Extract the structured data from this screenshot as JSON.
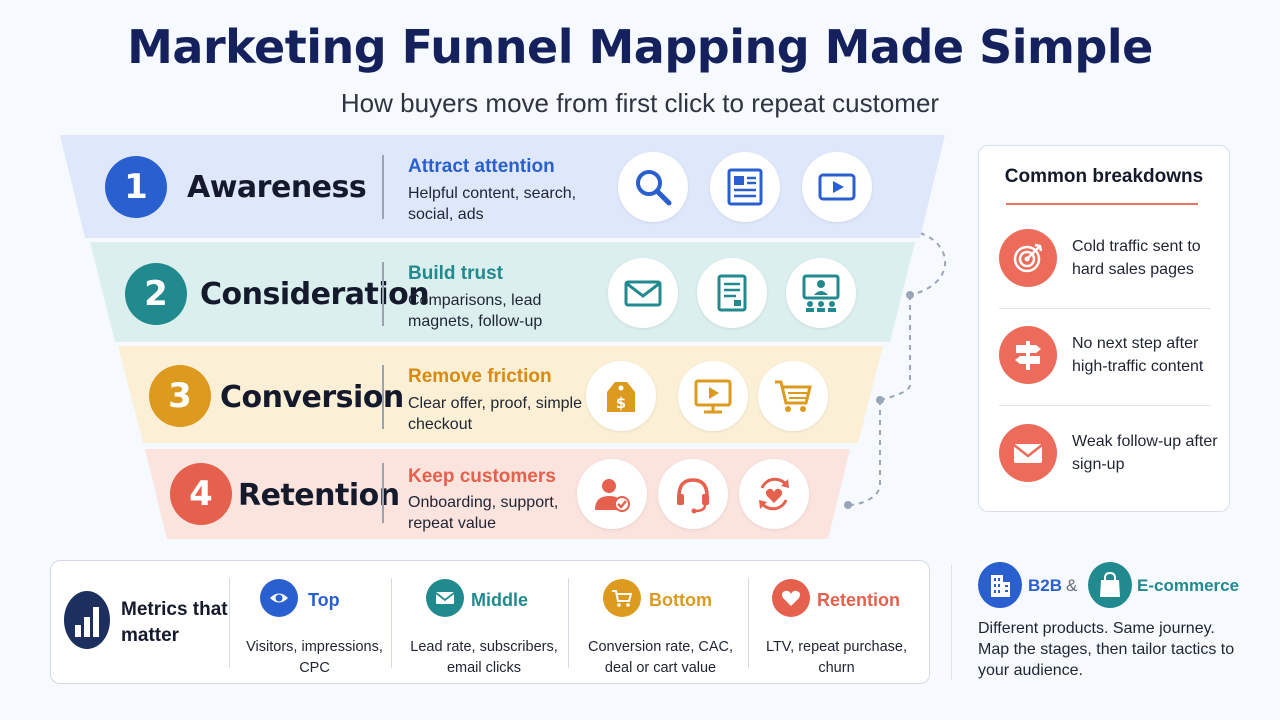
{
  "header": {
    "title": "Marketing Funnel Mapping Made Simple",
    "subtitle": "How buyers move from first click to repeat customer"
  },
  "funnel": [
    {
      "number": "1",
      "name": "Awareness",
      "goal": "Attract attention",
      "description": "Helpful content, search, social, ads",
      "color": "#2a5fcf",
      "goal_color": "#2a5fcf",
      "fill": "#dfe8fb",
      "icons": [
        "search-icon",
        "article-icon",
        "video-icon"
      ]
    },
    {
      "number": "2",
      "name": "Consideration",
      "goal": "Build trust",
      "description": "Comparisons, lead magnets, follow-up",
      "color": "#218a8f",
      "goal_color": "#218a8f",
      "fill": "#dbefee",
      "icons": [
        "email-icon",
        "document-icon",
        "webinar-icon"
      ]
    },
    {
      "number": "3",
      "name": "Conversion",
      "goal": "Remove friction",
      "description": "Clear offer, proof, simple checkout",
      "color": "#dc9a1e",
      "goal_color": "#d98b10",
      "fill": "#fbf0d6",
      "icons": [
        "price-tag-icon",
        "video-player-icon",
        "cart-icon"
      ]
    },
    {
      "number": "4",
      "name": "Retention",
      "goal": "Keep customers",
      "description": "Onboarding, support, repeat value",
      "color": "#e5604d",
      "goal_color": "#e5604d",
      "fill": "#fbe3de",
      "icons": [
        "user-check-icon",
        "headset-icon",
        "repeat-heart-icon"
      ]
    }
  ],
  "breakdowns": {
    "title": "Common breakdowns",
    "items": [
      {
        "text": "Cold traffic sent to hard sales pages",
        "icon": "target-icon"
      },
      {
        "text": "No next step after high-traffic content",
        "icon": "signpost-icon"
      },
      {
        "text": "Weak follow-up after sign-up",
        "icon": "envelope-icon"
      }
    ]
  },
  "metrics": {
    "title": "Metrics that matter",
    "icon": "bar-chart-icon",
    "columns": [
      {
        "label": "Top",
        "description": "Visitors, impressions, CPC",
        "color": "#2a5fcf",
        "icon": "eye-icon"
      },
      {
        "label": "Middle",
        "description": "Lead rate, subscribers, email clicks",
        "color": "#218a8f",
        "icon": "mail-icon"
      },
      {
        "label": "Bottom",
        "description": "Conversion rate, CAC, deal or cart value",
        "color": "#dc9a1e",
        "icon": "cart-icon"
      },
      {
        "label": "Retention",
        "description": "LTV, repeat purchase, churn",
        "color": "#e5604d",
        "icon": "heart-icon"
      }
    ]
  },
  "audience": {
    "b2b_label": "B2B",
    "ampersand": "&",
    "ecommerce_label": "E-commerce",
    "text": "Different products. Same journey. Map the stages, then tailor tactics to your audience.",
    "b2b_color": "#2a5fcf",
    "ecommerce_color": "#218a8f"
  }
}
